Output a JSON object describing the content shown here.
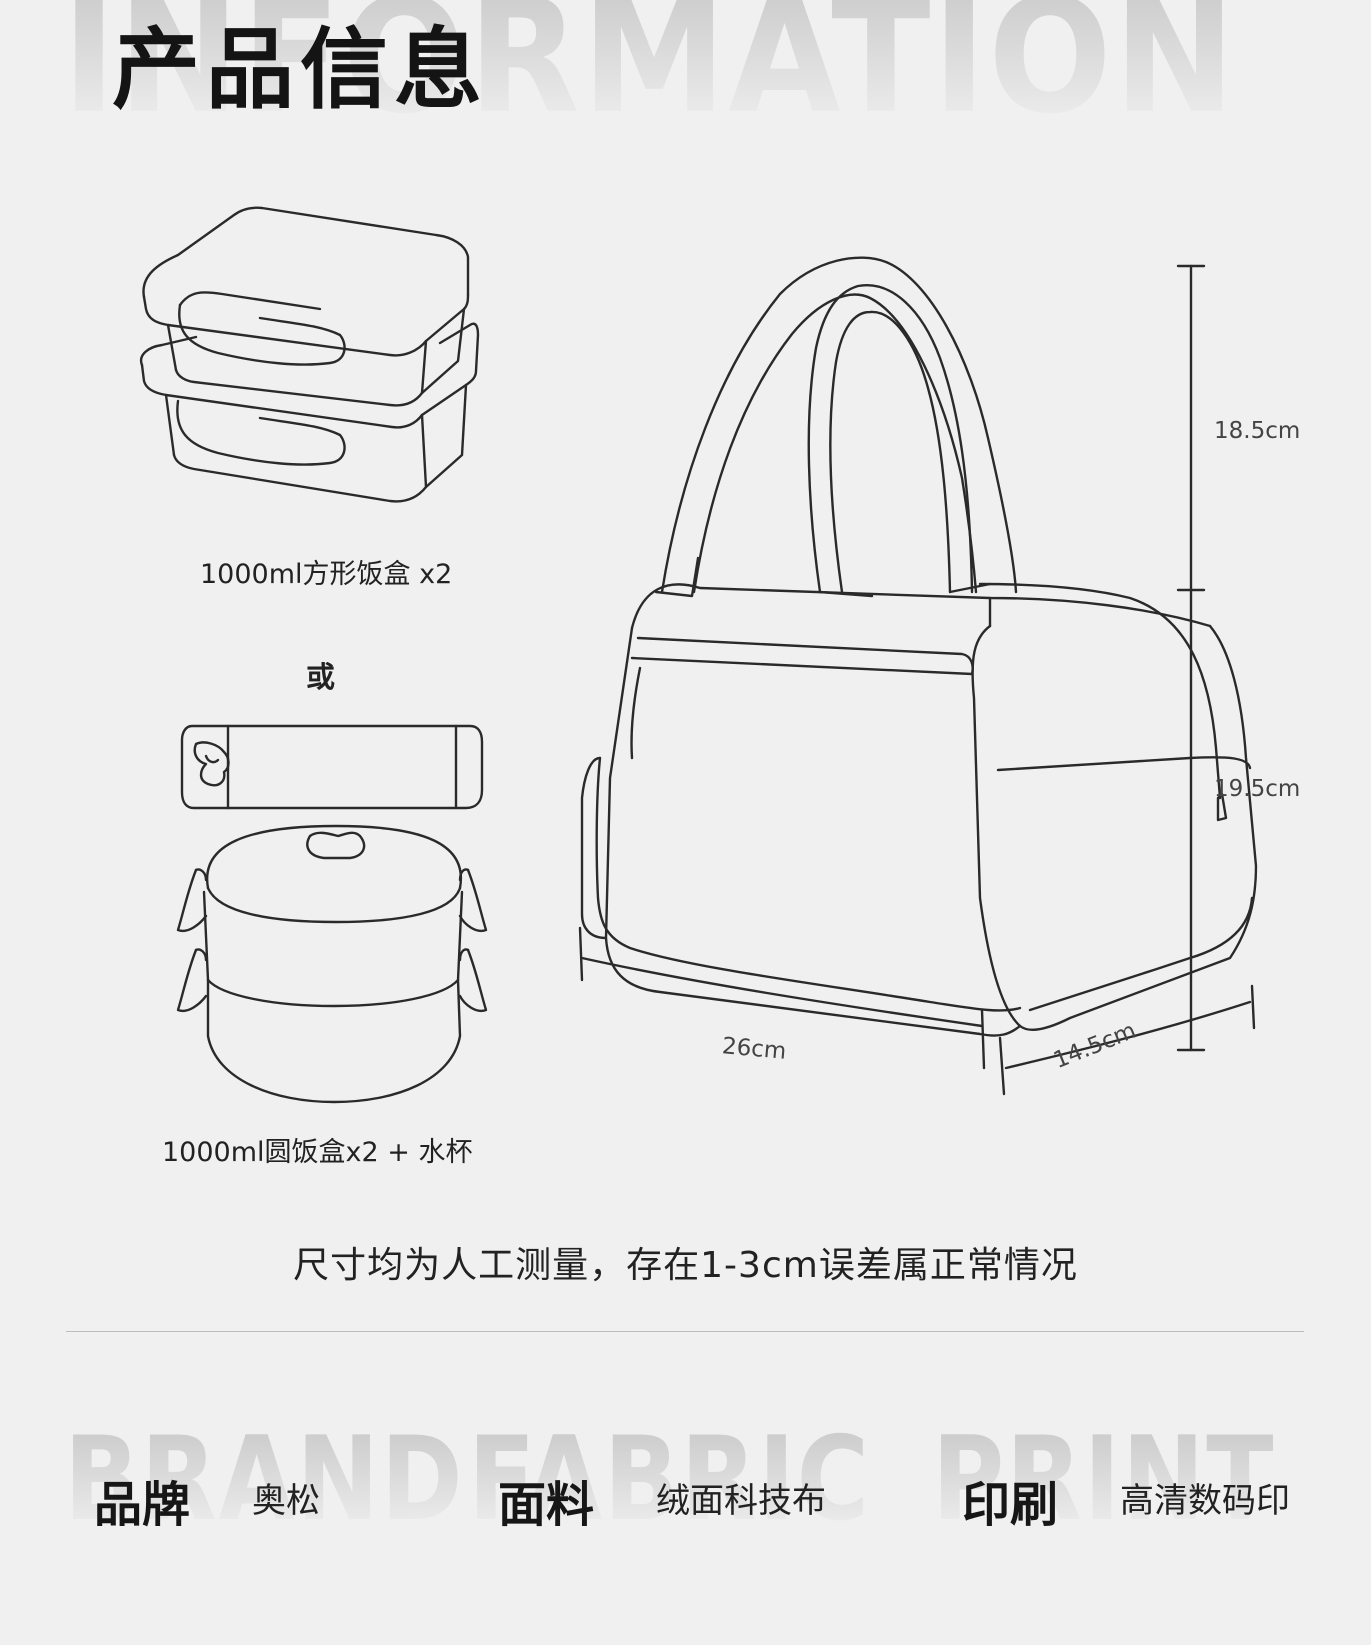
{
  "header": {
    "bg_word": "INFORMATION",
    "title": "产品信息"
  },
  "contents": {
    "option1_caption": "1000ml方形饭盒 x2",
    "or_label": "或",
    "option2_caption": "1000ml圆饭盒x2 + 水杯"
  },
  "dimensions": {
    "handle_height": "18.5cm",
    "body_height": "19.5cm",
    "width": "26cm",
    "depth": "14.5cm"
  },
  "note": "尺寸均为人工测量，存在1-3cm误差属正常情况",
  "specs": [
    {
      "bg_word": "BRAND",
      "label": "品牌",
      "value": "奥松"
    },
    {
      "bg_word": "FABRIC",
      "label": "面料",
      "value": "绒面科技布"
    },
    {
      "bg_word": "PRINT",
      "label": "印刷",
      "value": "高清数码印"
    }
  ]
}
